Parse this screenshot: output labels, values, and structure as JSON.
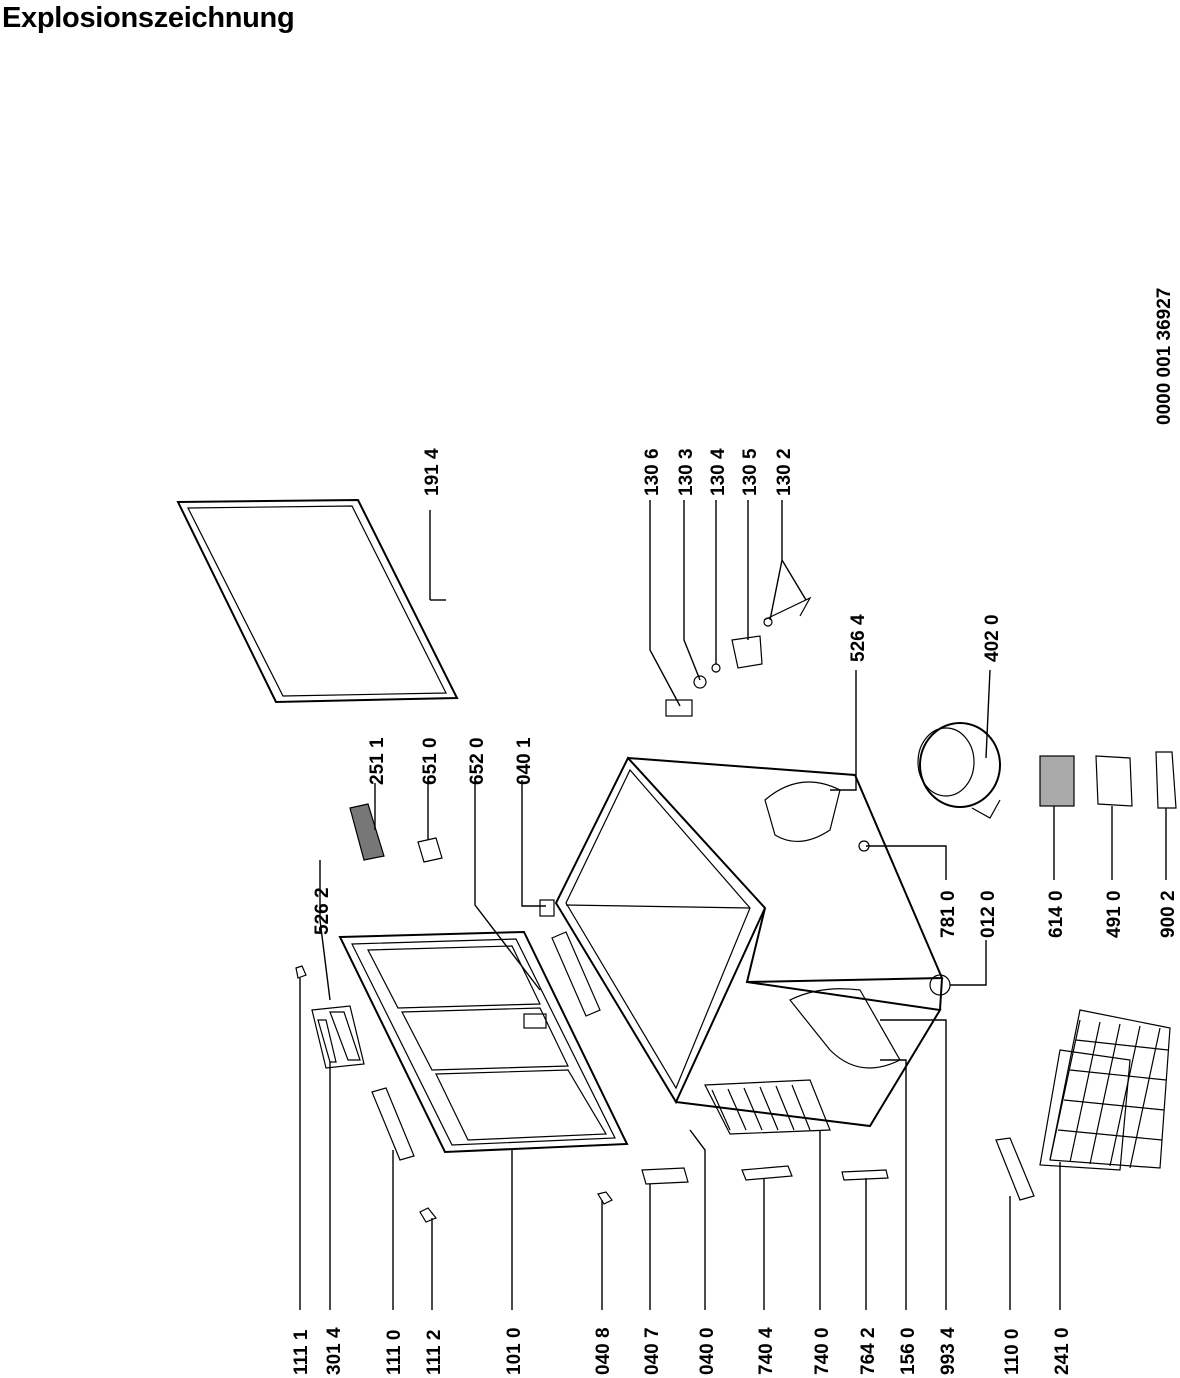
{
  "title": "Explosionszeichnung",
  "document_number": "0000 001 36927",
  "callouts": [
    "111 1",
    "301 4",
    "111 0",
    "111 2",
    "101 0",
    "040 8",
    "040 7",
    "040 0",
    "740 4",
    "740 0",
    "764 2",
    "156 0",
    "993 4",
    "110 0",
    "241 0",
    "526 2",
    "251 1",
    "651 0",
    "652 0",
    "040 1",
    "191 4",
    "130 6",
    "130 3",
    "130 4",
    "130 5",
    "130 2",
    "526 4",
    "402 0",
    "781 0",
    "012 0",
    "614 0",
    "491 0",
    "900 2"
  ],
  "icons": {
    "gasket": "gasket-icon",
    "lid": "lid-icon",
    "cabinet": "freezer-cabinet-icon",
    "basket": "wire-basket-icon",
    "compressor": "compressor-icon"
  }
}
